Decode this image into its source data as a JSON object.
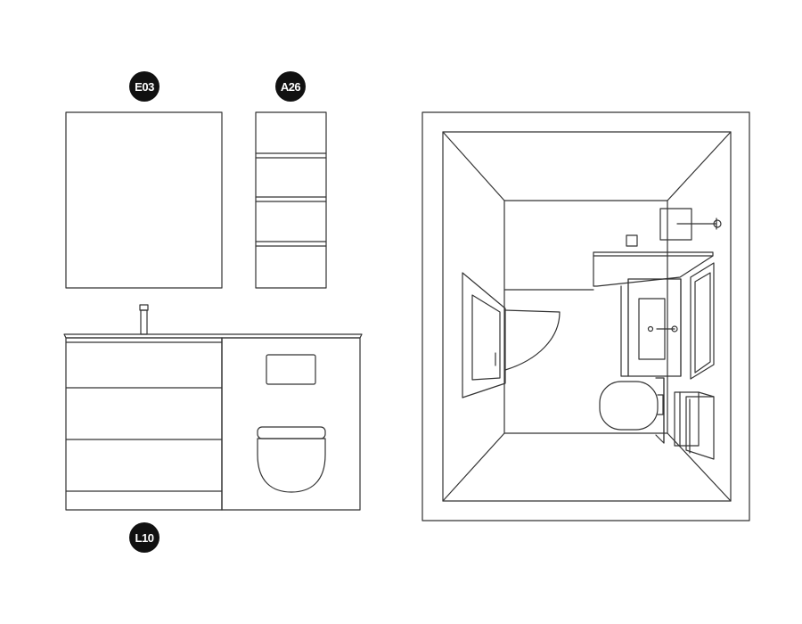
{
  "labels": {
    "mirror_code": "E03",
    "cabinet_code": "A26",
    "vanity_code": "L10"
  },
  "colors": {
    "line": "#333333",
    "badge": "#111111",
    "badge_text": "#ffffff",
    "background": "#ffffff"
  }
}
